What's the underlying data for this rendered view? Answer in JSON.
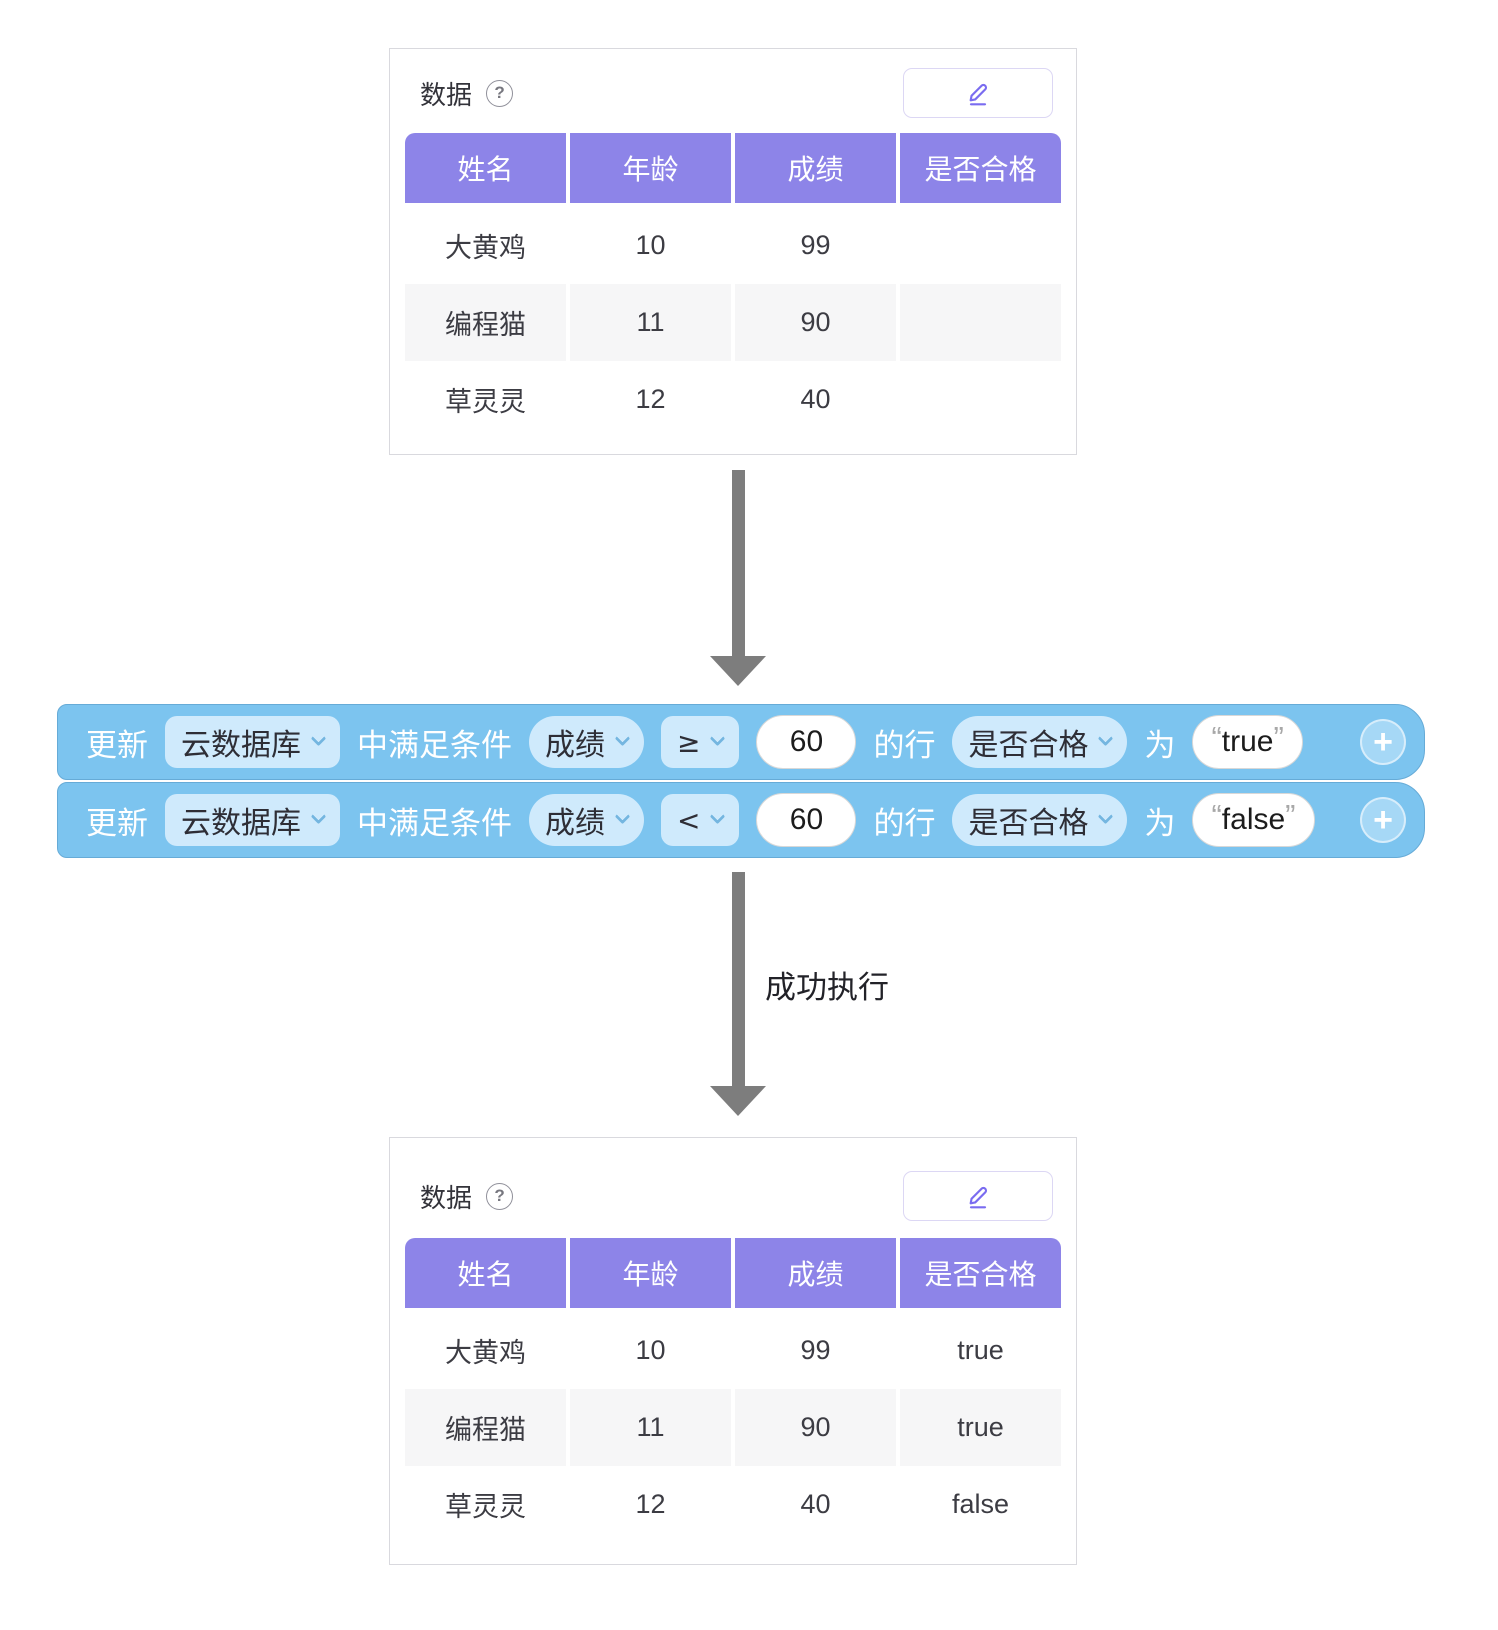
{
  "colors": {
    "header_purple": "#8d84e8",
    "block_blue": "#7cc4ef",
    "dropdown_light_blue": "#cfeafc",
    "chevron_blue": "#74b6e0",
    "row_alt_gray": "#f6f6f7",
    "arrow_gray": "#7d7d7d",
    "edit_icon_purple": "#7a6cf0"
  },
  "panel_before": {
    "title": "数据",
    "help_icon": "?",
    "columns": [
      "姓名",
      "年龄",
      "成绩",
      "是否合格"
    ],
    "rows": [
      [
        "大黄鸡",
        "10",
        "99",
        ""
      ],
      [
        "编程猫",
        "11",
        "90",
        ""
      ],
      [
        "草灵灵",
        "12",
        "40",
        ""
      ]
    ]
  },
  "blocks": [
    {
      "action": "更新",
      "database": "云数据库",
      "condition_label": "中满足条件",
      "field": "成绩",
      "operator": "≥",
      "value": "60",
      "rows_label": "的行",
      "target_field": "是否合格",
      "set_label": "为",
      "quote_open": "“",
      "set_value": "true",
      "quote_close": "”",
      "add_label": "+"
    },
    {
      "action": "更新",
      "database": "云数据库",
      "condition_label": "中满足条件",
      "field": "成绩",
      "operator": "<",
      "value": "60",
      "rows_label": "的行",
      "target_field": "是否合格",
      "set_label": "为",
      "quote_open": "“",
      "set_value": "false",
      "quote_close": "”",
      "add_label": "+"
    }
  ],
  "flow": {
    "success_label": "成功执行"
  },
  "panel_after": {
    "title": "数据",
    "help_icon": "?",
    "columns": [
      "姓名",
      "年龄",
      "成绩",
      "是否合格"
    ],
    "rows": [
      [
        "大黄鸡",
        "10",
        "99",
        "true"
      ],
      [
        "编程猫",
        "11",
        "90",
        "true"
      ],
      [
        "草灵灵",
        "12",
        "40",
        "false"
      ]
    ]
  }
}
